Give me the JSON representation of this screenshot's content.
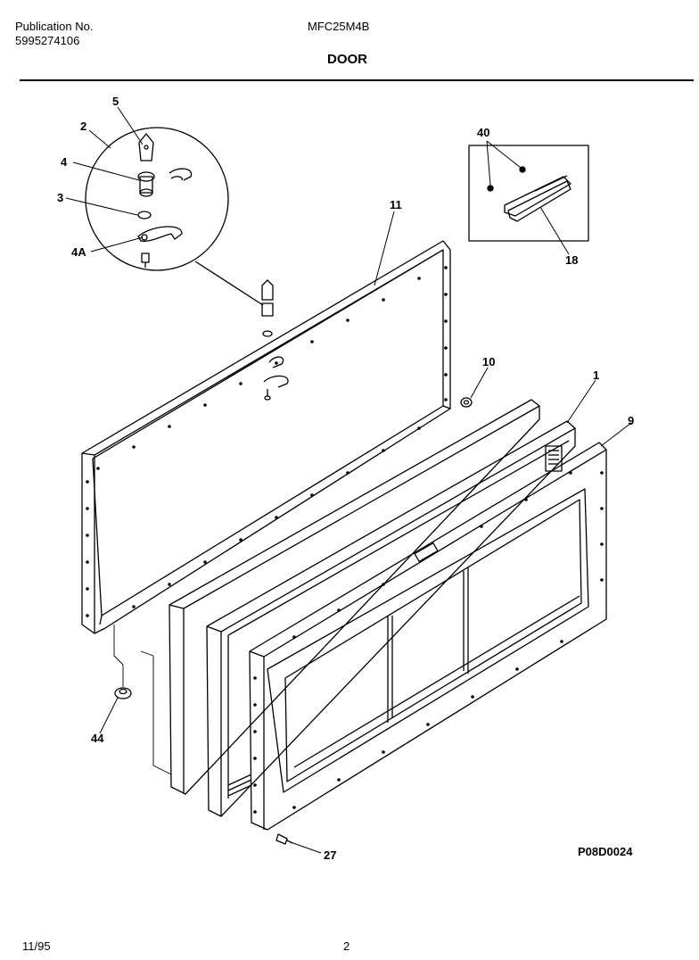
{
  "header": {
    "publication_label": "Publication No.",
    "publication_number": "5995274106",
    "model": "MFC25M4B",
    "title": "DOOR"
  },
  "callouts": {
    "c1": "1",
    "c2": "2",
    "c3": "3",
    "c4": "4",
    "c4a": "4A",
    "c5": "5",
    "c9": "9",
    "c10": "10",
    "c11": "11",
    "c18": "18",
    "c27": "27",
    "c40": "40",
    "c44": "44"
  },
  "drawing_code": "P08D0024",
  "footer": {
    "date": "11/95",
    "page": "2"
  }
}
